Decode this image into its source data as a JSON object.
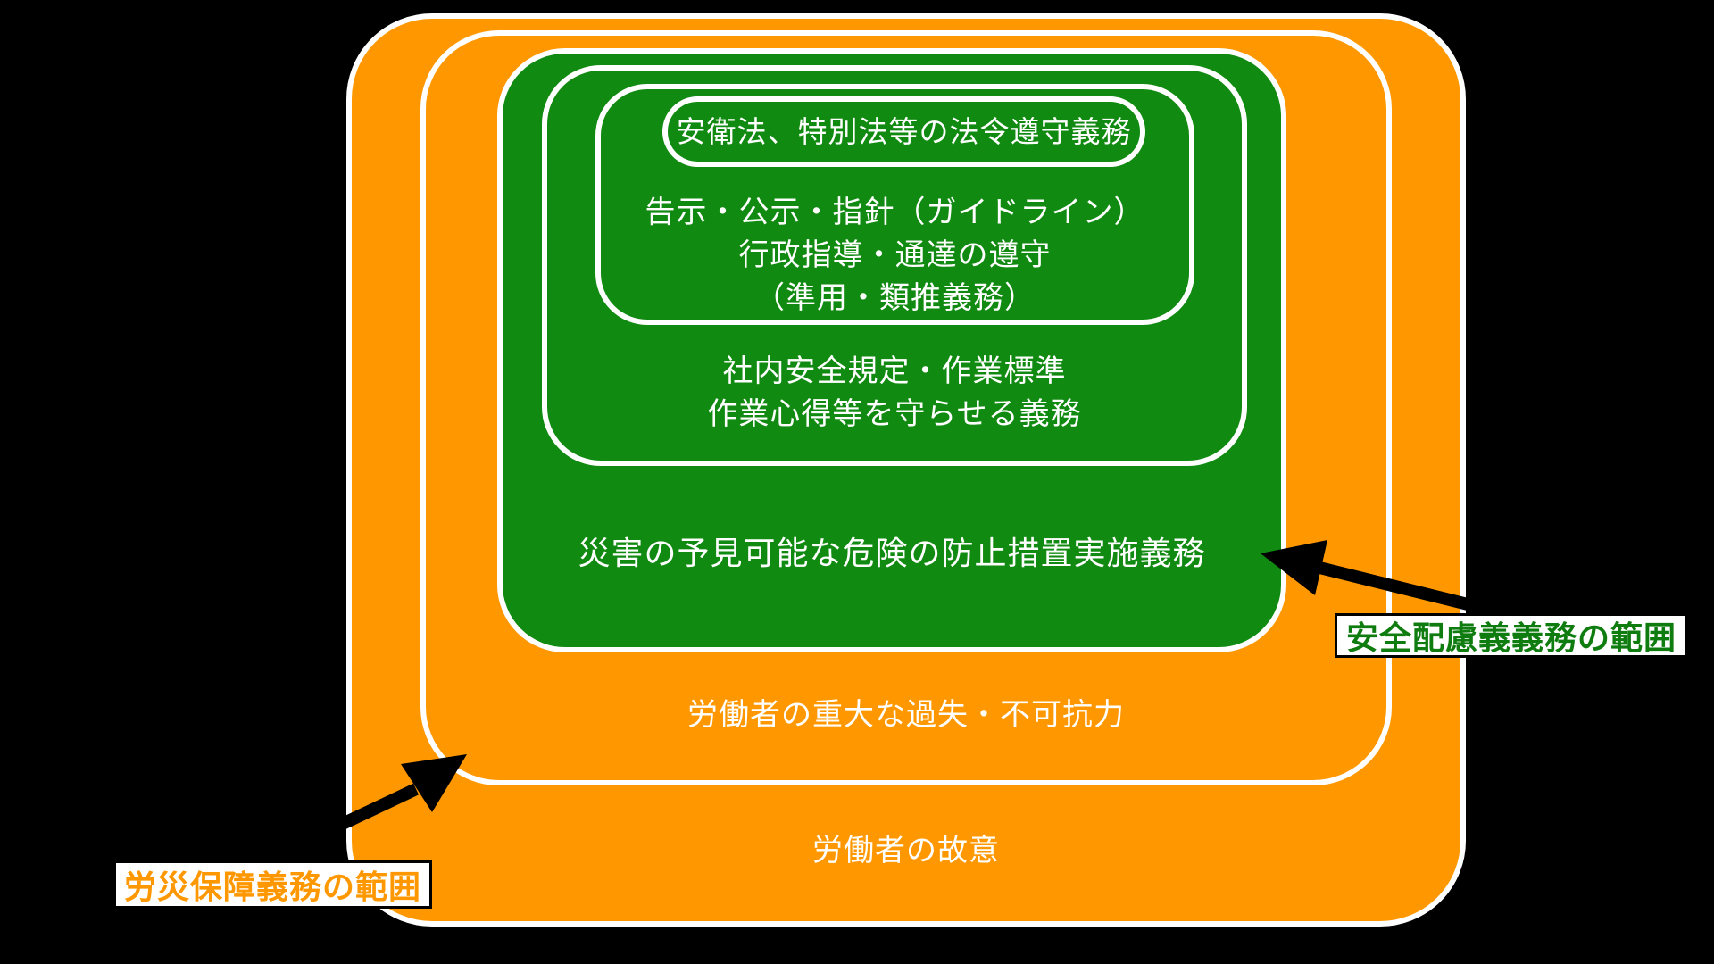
{
  "colors": {
    "background": "#000000",
    "orange": "#ff9800",
    "green": "#108a10",
    "border-white": "#ffffff",
    "arrow-black": "#000000",
    "callout-green-text": "#0e7c0e",
    "callout-orange-text": "#ff9800"
  },
  "rings": {
    "intent": {
      "label": "労働者の故意"
    },
    "negligence": {
      "label": "労働者の重大な過失・不可抗力"
    },
    "prevention": {
      "label": "災害の予見可能な危険の防止措置実施義務"
    },
    "internal_rules": {
      "line1": "社内安全規定・作業標準",
      "line2": "作業心得等を守らせる義務"
    },
    "guidelines": {
      "line1": "告示・公示・指針（ガイドライン）",
      "line2": "行政指導・通達の遵守",
      "line3": "（準用・類推義務）"
    },
    "law": {
      "label": "安衛法、特別法等の法令遵守義務"
    }
  },
  "callouts": {
    "safety": {
      "label": "安全配慮義義務の範囲"
    },
    "rosai": {
      "label": "労災保障義務の範囲"
    }
  }
}
